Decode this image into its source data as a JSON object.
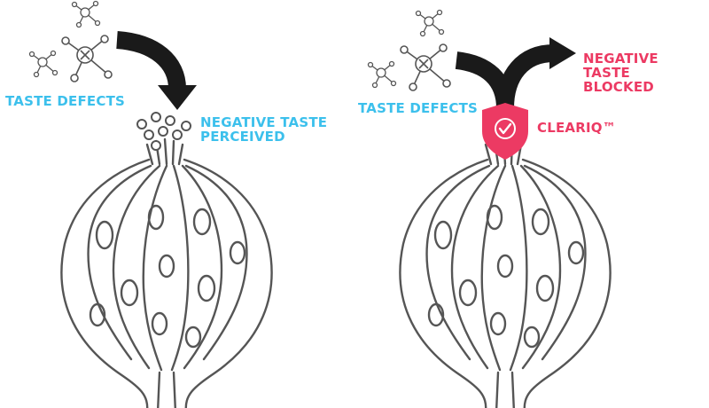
{
  "left_panel": {
    "defect_label": "TASTE DEFECTS",
    "result_label_line1": "NEGATIVE TASTE",
    "result_label_line2": "PERCEIVED"
  },
  "right_panel": {
    "defect_label": "TASTE DEFECTS",
    "result_label_line1": "NEGATIVE TASTE",
    "result_label_line2": "BLOCKED",
    "brand_label": "CLEARIQ™"
  },
  "colors": {
    "accent_blue": "#3cc0ec",
    "accent_pink": "#ec3a63",
    "line_gray": "#555555",
    "arrow_black": "#1a1a1a"
  },
  "icons": [
    "molecule-icon",
    "curved-arrow-icon",
    "fork-arrow-icon",
    "shield-check-icon",
    "taste-bud-icon"
  ]
}
